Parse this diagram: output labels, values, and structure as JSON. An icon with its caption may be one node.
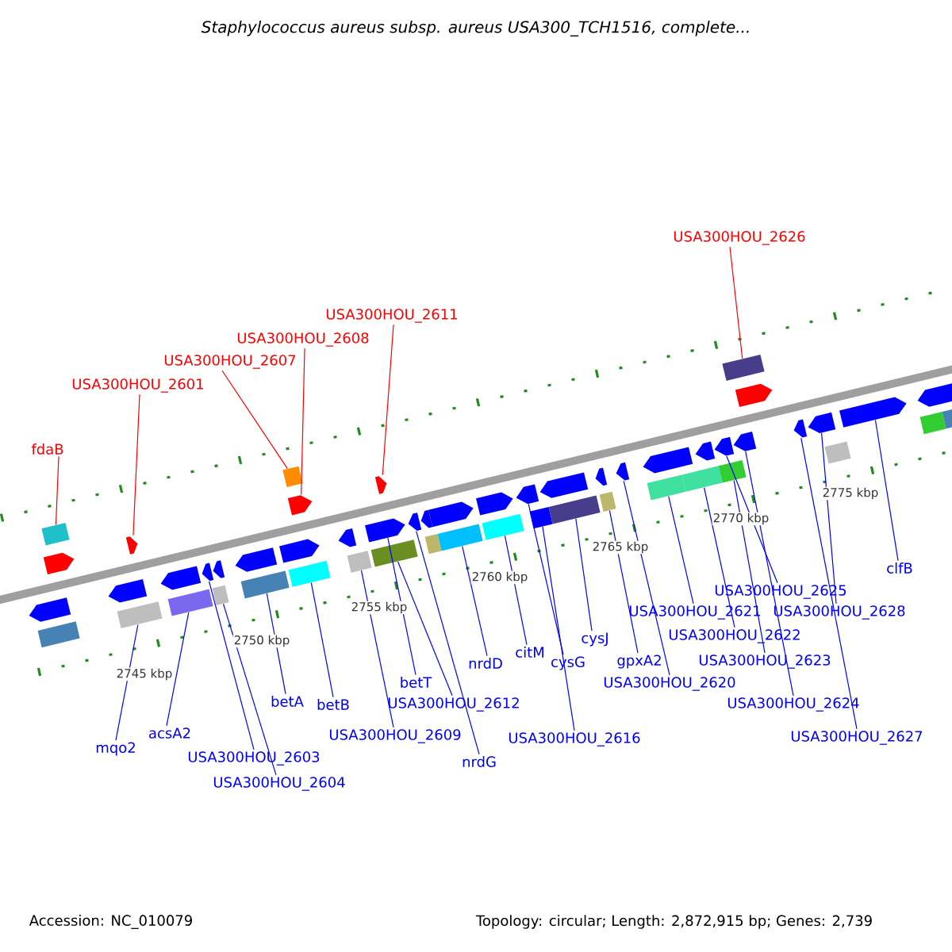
{
  "diagram": {
    "title": "Staphylococcus aureus subsp. aureus USA300_TCH1516, complete...",
    "nodes": [
      {
        "text": [
          "USA300HOU_2626"
        ]
      },
      {
        "text": [
          "USA300HOU_2611"
        ]
      },
      {
        "text": [
          "USA300HOU_2608"
        ]
      },
      {
        "text": [
          "USA300HOU_2607"
        ]
      },
      {
        "text": [
          "USA300HOU_2601"
        ]
      },
      {
        "text": [
          "fdaB"
        ]
      },
      {
        "text": [
          "clfB"
        ]
      },
      {
        "text": [
          "USA300HOU_2625"
        ]
      },
      {
        "text": [
          "USA300HOU_2621"
        ]
      },
      {
        "text": [
          "USA300HOU_2628"
        ]
      },
      {
        "text": [
          "USA300HOU_2622"
        ]
      },
      {
        "text": [
          "cysJ"
        ]
      },
      {
        "text": [
          "USA300HOU_2623"
        ]
      },
      {
        "text": [
          "gpxA2"
        ]
      },
      {
        "text": [
          "cysG"
        ]
      },
      {
        "text": [
          "citM"
        ]
      },
      {
        "text": [
          "nrdD"
        ]
      },
      {
        "text": [
          "betT"
        ]
      },
      {
        "text": [
          "USA300HOU_2620"
        ]
      },
      {
        "text": [
          "betA"
        ]
      },
      {
        "text": [
          "betB"
        ]
      },
      {
        "text": [
          "USA300HOU_2612"
        ]
      },
      {
        "text": [
          "USA300HOU_2624"
        ]
      },
      {
        "text": [
          "acsA2"
        ]
      },
      {
        "text": [
          "USA300HOU_2609"
        ]
      },
      {
        "text": [
          "USA300HOU_2627"
        ]
      },
      {
        "text": [
          "USA300HOU_2616"
        ]
      },
      {
        "text": [
          "mqo2"
        ]
      },
      {
        "text": [
          "USA300HOU_2603"
        ]
      },
      {
        "text": [
          "nrdG"
        ]
      },
      {
        "text": [
          "USA300HOU_2604"
        ]
      },
      {
        "text": [],
        "shape": "arrow"
      },
      {
        "text": [],
        "shape": "box"
      },
      {
        "text": [],
        "shape": "arrow"
      },
      {
        "text": [],
        "shape": "box"
      },
      {
        "text": [],
        "shape": "arrow"
      },
      {
        "text": [],
        "shape": "box"
      },
      {
        "text": [],
        "shape": "arrow"
      },
      {
        "text": [],
        "shape": "arrow"
      },
      {
        "text": [],
        "shape": "box"
      },
      {
        "text": [],
        "shape": "arrow"
      },
      {
        "text": [],
        "shape": "box"
      },
      {
        "text": [],
        "shape": "arrow"
      },
      {
        "text": [],
        "shape": "arrow"
      },
      {
        "text": [],
        "shape": "box"
      },
      {
        "text": [],
        "shape": "arrow"
      },
      {
        "text": [],
        "shape": "box"
      },
      {
        "text": [],
        "shape": "arrow"
      },
      {
        "text": [],
        "shape": "box"
      },
      {
        "text": [],
        "shape": "arrow"
      },
      {
        "text": [],
        "shape": "box"
      },
      {
        "text": [],
        "shape": "arrow"
      },
      {
        "text": [],
        "shape": "box"
      },
      {
        "text": [],
        "shape": "arrow"
      },
      {
        "text": [],
        "shape": "arrow"
      },
      {
        "text": [],
        "shape": "arrow"
      },
      {
        "text": [],
        "shape": "box"
      },
      {
        "text": [],
        "shape": "arrow"
      },
      {
        "text": [],
        "shape": "box"
      },
      {
        "text": [],
        "shape": "arrow"
      },
      {
        "text": [],
        "shape": "box"
      },
      {
        "text": [],
        "shape": "arrow"
      },
      {
        "text": [],
        "shape": "box"
      },
      {
        "text": [],
        "shape": "arrow"
      },
      {
        "text": [],
        "shape": "box"
      },
      {
        "text": [],
        "shape": "arrow"
      },
      {
        "text": [],
        "shape": "box"
      },
      {
        "text": [],
        "shape": "arrow"
      },
      {
        "text": [],
        "shape": "arrow"
      },
      {
        "text": [],
        "shape": "box"
      },
      {
        "text": [],
        "shape": "box"
      },
      {
        "text": [],
        "shape": "arrow"
      },
      {
        "text": [],
        "shape": "arrow"
      },
      {
        "text": [],
        "shape": "box"
      },
      {
        "text": [],
        "shape": "arrow"
      },
      {
        "text": [],
        "shape": "box"
      },
      {
        "text": [],
        "shape": "arrow"
      },
      {
        "text": [],
        "shape": "arrow"
      },
      {
        "text": [],
        "shape": "arrow"
      },
      {
        "text": [],
        "shape": "box"
      },
      {
        "text": [],
        "shape": "arrow"
      },
      {
        "text": [],
        "shape": "box"
      },
      {
        "text": [],
        "shape": "arrow"
      },
      {
        "text": [],
        "shape": "box"
      }
    ],
    "edges": [
      {
        "from": 0,
        "to": 75,
        "arrow": "none",
        "color": "#ff0000"
      },
      {
        "from": 1,
        "to": 53,
        "arrow": "none",
        "color": "#ff0000"
      },
      {
        "from": 2,
        "to": 47,
        "arrow": "none",
        "color": "#ff0000"
      },
      {
        "from": 3,
        "to": 48,
        "arrow": "none",
        "color": "#ff0000"
      },
      {
        "from": 4,
        "to": 37,
        "arrow": "none",
        "color": "#ff0000"
      },
      {
        "from": 5,
        "to": 34,
        "arrow": "none",
        "color": "#ff0000"
      },
      {
        "from": 6,
        "to": 80,
        "arrow": "none"
      },
      {
        "from": 7,
        "to": 72,
        "arrow": "none"
      },
      {
        "from": 8,
        "to": 69,
        "arrow": "none"
      },
      {
        "from": 9,
        "to": 78,
        "arrow": "none"
      },
      {
        "from": 10,
        "to": 70,
        "arrow": "none"
      },
      {
        "from": 11,
        "to": 64,
        "arrow": "none"
      },
      {
        "from": 12,
        "to": 73,
        "arrow": "none"
      },
      {
        "from": 13,
        "to": 66,
        "arrow": "none"
      },
      {
        "from": 14,
        "to": 61,
        "arrow": "none"
      },
      {
        "from": 15,
        "to": 60,
        "arrow": "none"
      },
      {
        "from": 16,
        "to": 58,
        "arrow": "none"
      },
      {
        "from": 17,
        "to": 51,
        "arrow": "none"
      },
      {
        "from": 18,
        "to": 67,
        "arrow": "none"
      },
      {
        "from": 19,
        "to": 44,
        "arrow": "none"
      },
      {
        "from": 20,
        "to": 46,
        "arrow": "none"
      },
      {
        "from": 21,
        "to": 52,
        "arrow": "none"
      },
      {
        "from": 22,
        "to": 74,
        "arrow": "none"
      },
      {
        "from": 23,
        "to": 39,
        "arrow": "none"
      },
      {
        "from": 24,
        "to": 50,
        "arrow": "none"
      },
      {
        "from": 25,
        "to": 77,
        "arrow": "none"
      },
      {
        "from": 26,
        "to": 62,
        "arrow": "none"
      },
      {
        "from": 27,
        "to": 36,
        "arrow": "none"
      },
      {
        "from": 28,
        "to": 40,
        "arrow": "none"
      },
      {
        "from": 29,
        "to": 54,
        "arrow": "none"
      },
      {
        "from": 30,
        "to": 41,
        "arrow": "none"
      }
    ],
    "labels": [
      "2745 kbp",
      "2750 kbp",
      "2755 kbp",
      "2760 kbp",
      "2765 kbp",
      "2770 kbp",
      "2775 kbp",
      "Accession: NC_010079",
      "Topology: circular; Length: 2,872,915 bp; Genes: 2,739"
    ]
  }
}
